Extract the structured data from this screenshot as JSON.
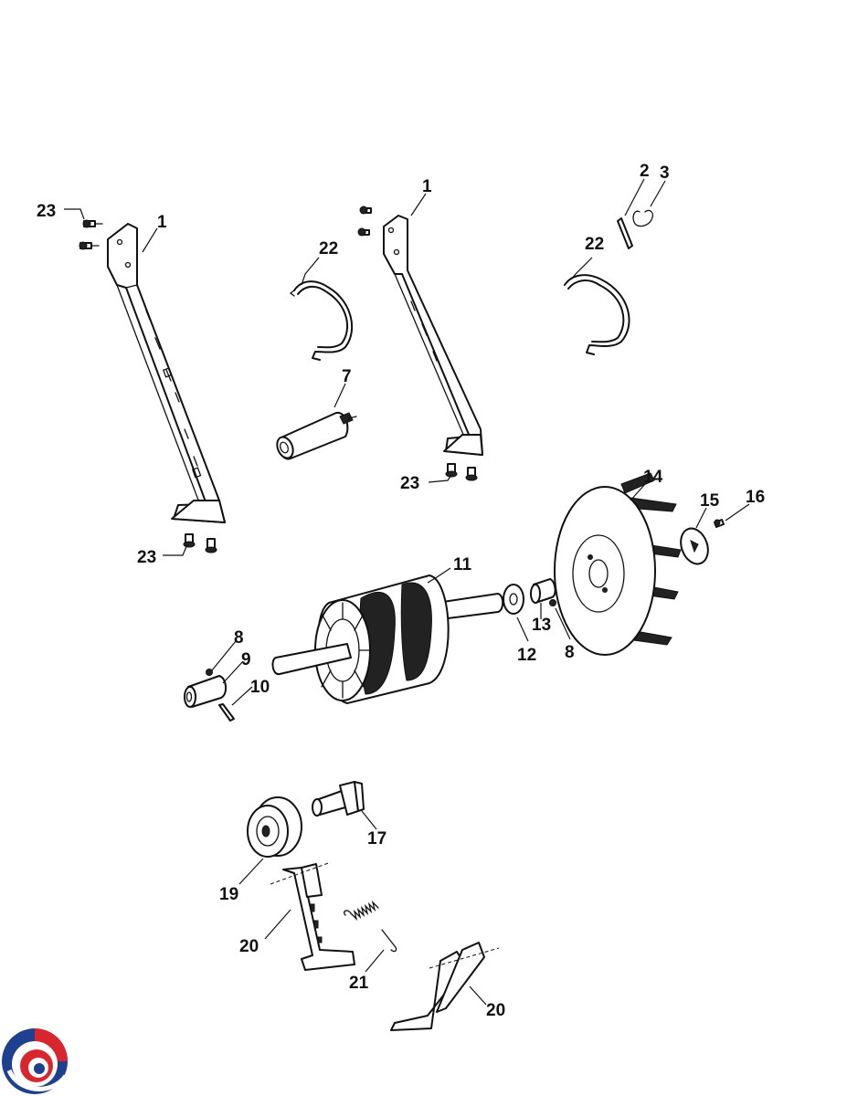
{
  "labels": {
    "bracket_left_a": "1",
    "bracket_right_a": "1",
    "pin_2": "2",
    "clip_3": "3",
    "capacitor_7": "7",
    "screw_8_left": "8",
    "screw_8_right": "8",
    "bushing_9": "9",
    "pin_10": "10",
    "motor_11": "11",
    "washer_12": "12",
    "collar_13": "13",
    "blower_wheel_14": "14",
    "plate_15": "15",
    "screw_16": "16",
    "shaft_17": "17",
    "pulley_19": "19",
    "bracket_20_a": "20",
    "bracket_20_b": "20",
    "spring_21": "21",
    "strap_22_left": "22",
    "strap_22_right": "22",
    "screws_23_topleft": "23",
    "screws_23_bottomleft": "23",
    "screws_23_middle": "23"
  },
  "logo": {
    "colors": [
      "#1f3f8f",
      "#d8262e"
    ]
  }
}
